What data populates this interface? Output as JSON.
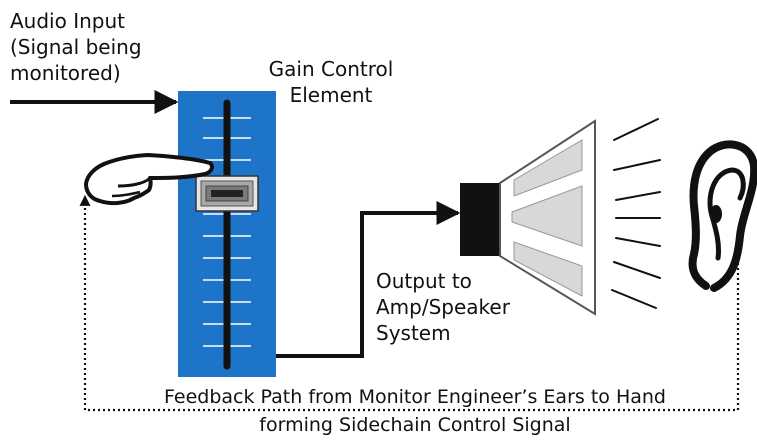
{
  "labels": {
    "audio_input": [
      "Audio Input",
      "(Signal being",
      "monitored)"
    ],
    "gain_control": [
      "Gain Control",
      "Element"
    ],
    "output": [
      "Output to",
      "Amp/Speaker",
      "System"
    ],
    "feedback": [
      "Feedback Path from Monitor Engineer’s Ears to Hand",
      "forming Sidechain Control Signal"
    ]
  },
  "colors": {
    "fader_blue": "#1e74c8",
    "line": "#111111",
    "speaker_fill": "#d8d8d8",
    "cap_fill": "#a0a0a0"
  },
  "icons": [
    "hand-icon",
    "ear-icon",
    "speaker-icon",
    "fader-icon"
  ]
}
